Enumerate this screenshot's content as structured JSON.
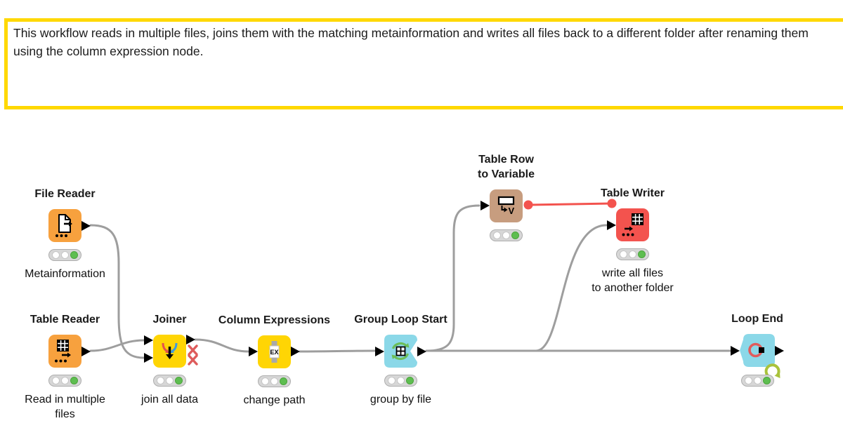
{
  "annotation": {
    "text": "This workflow reads in multiple files, joins them with the matching metainformation and writes all files back to a different folder after renaming them using the column expression node.",
    "border_color": "#FFD800"
  },
  "nodes": [
    {
      "id": "file-reader",
      "title": "File Reader",
      "label": "Metainformation",
      "icon": "file-reader-icon",
      "color": "#F7A13E",
      "status": "executed"
    },
    {
      "id": "table-reader",
      "title": "Table Reader",
      "label": "Read in multiple\nfiles",
      "icon": "table-reader-icon",
      "color": "#F7A13E",
      "status": "executed"
    },
    {
      "id": "joiner",
      "title": "Joiner",
      "label": "join all data",
      "icon": "joiner-icon",
      "color": "#FFD504",
      "status": "executed"
    },
    {
      "id": "column-expressions",
      "title": "Column Expressions",
      "label": "change path",
      "icon": "column-expressions-icon",
      "color": "#FFD504",
      "status": "executed"
    },
    {
      "id": "group-loop-start",
      "title": "Group Loop Start",
      "label": "group by file",
      "icon": "group-loop-start-icon",
      "color": "#8BD8E8",
      "status": "executed"
    },
    {
      "id": "table-row-to-variable",
      "title": "Table Row\nto Variable",
      "label": "",
      "icon": "table-row-to-variable-icon",
      "color": "#C79D7F",
      "status": "executed"
    },
    {
      "id": "table-writer",
      "title": "Table Writer",
      "label": "write all files\nto another folder",
      "icon": "table-writer-icon",
      "color": "#F3534E",
      "status": "executed"
    },
    {
      "id": "loop-end",
      "title": "Loop End",
      "label": "",
      "icon": "loop-end-icon",
      "color": "#8BD8E8",
      "status": "executed"
    }
  ],
  "connections": [
    {
      "from": "file-reader",
      "to": "joiner",
      "port": "bottom",
      "type": "data"
    },
    {
      "from": "table-reader",
      "to": "joiner",
      "port": "top",
      "type": "data"
    },
    {
      "from": "joiner",
      "to": "column-expressions",
      "type": "data"
    },
    {
      "from": "column-expressions",
      "to": "group-loop-start",
      "type": "data"
    },
    {
      "from": "group-loop-start",
      "to": "table-row-to-variable",
      "type": "data"
    },
    {
      "from": "group-loop-start",
      "to": "table-writer",
      "type": "data"
    },
    {
      "from": "group-loop-start",
      "to": "loop-end",
      "type": "data"
    },
    {
      "from": "table-row-to-variable",
      "to": "table-writer",
      "type": "flow-variable"
    }
  ],
  "colors": {
    "wire": "#9E9E9E",
    "flow_variable_wire": "#F3534E",
    "annotation_border": "#FFD800",
    "status_green": "#5EBE50",
    "node_orange": "#F7A13E",
    "node_yellow": "#FFD504",
    "node_cyan": "#8BD8E8",
    "node_tan": "#C79D7F",
    "node_red": "#F3534E"
  }
}
